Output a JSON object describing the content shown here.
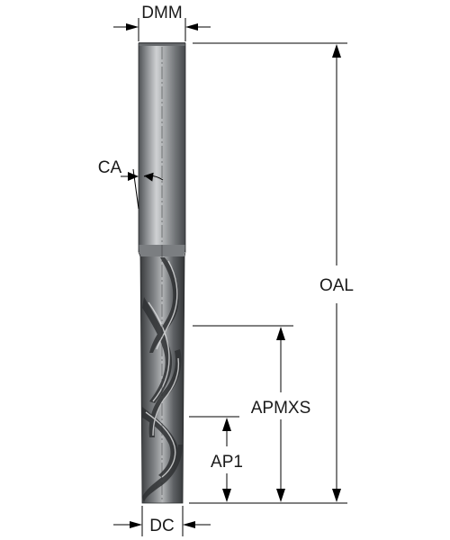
{
  "labels": {
    "dmm": "DMM",
    "ca": "CA",
    "oal": "OAL",
    "apmxs": "APMXS",
    "ap1": "AP1",
    "dc": "DC"
  },
  "colors": {
    "shank_dark": "#5c5f62",
    "shank_light": "#c9cbcd",
    "flute_dark": "#3c3e40",
    "flute_light": "#b9bbbd"
  }
}
